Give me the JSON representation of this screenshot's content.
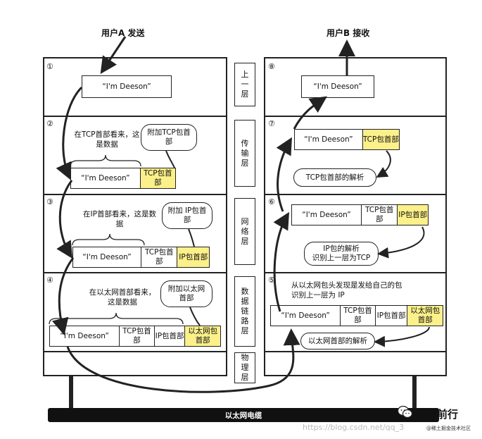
{
  "sender": {
    "title": "用户A 发送",
    "steps": [
      "①",
      "②",
      "③",
      "④"
    ],
    "app_data": "“I'm Deeson”",
    "tcp_note": "在TCP首部看来，这是数据",
    "tcp_bubble": "附加TCP包首部",
    "tcp_seg": {
      "data": "“I'm Deeson”",
      "tcp": "TCP包首部"
    },
    "ip_note": "在IP首部看来，这是数据",
    "ip_bubble": "附加 IP包首部",
    "ip_seg": {
      "data": "“I'm Deeson”",
      "tcp": "TCP包首部",
      "ip": "IP包首部"
    },
    "eth_note": "在以太网首部看来，这是数据",
    "eth_bubble": "附加以太网首部",
    "eth_seg": {
      "data": "“I'm Deeson”",
      "tcp": "TCP包首部",
      "ip": "IP包首部",
      "eth": "以太网包首部"
    }
  },
  "receiver": {
    "title": "用户B 接收",
    "steps": [
      "⑧",
      "⑦",
      "⑥",
      "⑤"
    ],
    "app_data": "“I'm Deeson”",
    "tcp_seg": {
      "data": "“I'm Deeson”",
      "tcp": "TCP包首部"
    },
    "tcp_parse": "TCP包首部的解析",
    "ip_seg": {
      "data": "“I'm Deeson”",
      "tcp": "TCP包首部",
      "ip": "IP包首部"
    },
    "ip_parse": "IP包的解析\n识别上一层为TCP",
    "eth_note": "从以太网包头发现是发给自己的包\n识别上一层为 IP",
    "eth_seg": {
      "data": "“I'm Deeson”",
      "tcp": "TCP包首部",
      "ip": "IP包首部",
      "eth": "以太网包首部"
    },
    "eth_parse": "以太网首部的解析"
  },
  "layers": [
    "上一层",
    "传输层",
    "网络层",
    "数据链路层",
    "物理层"
  ],
  "cable": "以太网电缆",
  "watermark": "https://blog.csdn.net/qq_3",
  "brand": "潜行前行",
  "brand_sub": "@稀土掘金技术社区",
  "colors": {
    "header_fill": "#fbf08a",
    "cable": "#111111"
  }
}
